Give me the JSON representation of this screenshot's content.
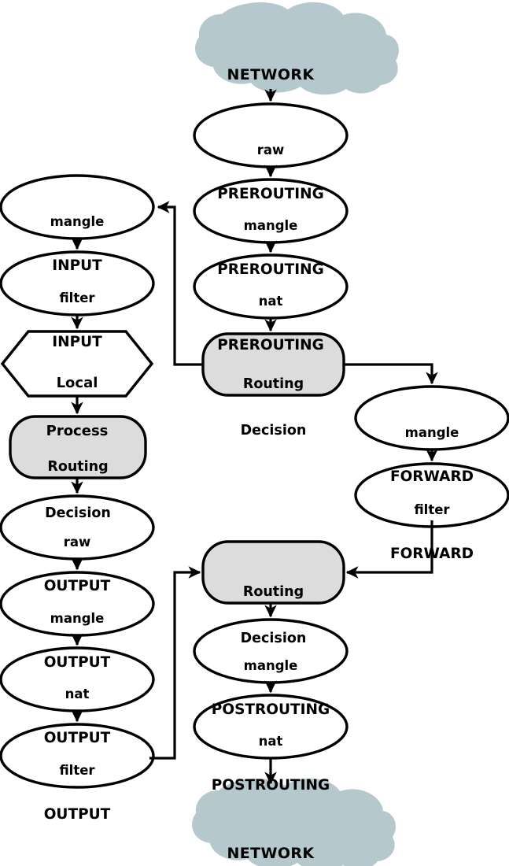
{
  "diagram": {
    "title": "Netfilter / iptables packet flow",
    "colors": {
      "cloud_fill": "#b5c8ce",
      "routing_fill": "#dcdcdc",
      "node_fill": "#ffffff",
      "stroke": "#000000",
      "text": "#000000",
      "background": "#ffffff"
    },
    "nodes": {
      "network_in": {
        "line1": "NETWORK",
        "line2": "",
        "shape": "cloud",
        "fill": "#b5c8ce"
      },
      "raw_prerouting": {
        "line1": "raw",
        "line2": "PREROUTING",
        "shape": "ellipse",
        "fill": "#ffffff"
      },
      "mangle_prerouting": {
        "line1": "mangle",
        "line2": "PREROUTING",
        "shape": "ellipse",
        "fill": "#ffffff"
      },
      "nat_prerouting": {
        "line1": "nat",
        "line2": "PREROUTING",
        "shape": "ellipse",
        "fill": "#ffffff"
      },
      "routing_decision_1": {
        "line1": "Routing",
        "line2": "Decision",
        "shape": "rounded-rect",
        "fill": "#dcdcdc"
      },
      "mangle_input": {
        "line1": "mangle",
        "line2": "INPUT",
        "shape": "ellipse",
        "fill": "#ffffff"
      },
      "filter_input": {
        "line1": "filter",
        "line2": "INPUT",
        "shape": "ellipse",
        "fill": "#ffffff"
      },
      "local_process": {
        "line1": "Local",
        "line2": "Process",
        "shape": "hexagon",
        "fill": "#ffffff"
      },
      "routing_decision_2": {
        "line1": "Routing",
        "line2": "Decision",
        "shape": "rounded-rect",
        "fill": "#dcdcdc"
      },
      "raw_output": {
        "line1": "raw",
        "line2": "OUTPUT",
        "shape": "ellipse",
        "fill": "#ffffff"
      },
      "mangle_output": {
        "line1": "mangle",
        "line2": "OUTPUT",
        "shape": "ellipse",
        "fill": "#ffffff"
      },
      "nat_output": {
        "line1": "nat",
        "line2": "OUTPUT",
        "shape": "ellipse",
        "fill": "#ffffff"
      },
      "filter_output": {
        "line1": "filter",
        "line2": "OUTPUT",
        "shape": "ellipse",
        "fill": "#ffffff"
      },
      "mangle_forward": {
        "line1": "mangle",
        "line2": "FORWARD",
        "shape": "ellipse",
        "fill": "#ffffff"
      },
      "filter_forward": {
        "line1": "filter",
        "line2": "FORWARD",
        "shape": "ellipse",
        "fill": "#ffffff"
      },
      "routing_decision_3": {
        "line1": "Routing",
        "line2": "Decision",
        "shape": "rounded-rect",
        "fill": "#dcdcdc"
      },
      "mangle_postrouting": {
        "line1": "mangle",
        "line2": "POSTROUTING",
        "shape": "ellipse",
        "fill": "#ffffff"
      },
      "nat_postrouting": {
        "line1": "nat",
        "line2": "POSTROUTING",
        "shape": "ellipse",
        "fill": "#ffffff"
      },
      "network_out": {
        "line1": "NETWORK",
        "line2": "",
        "shape": "cloud",
        "fill": "#b5c8ce"
      }
    },
    "edges": [
      {
        "from": "network_in",
        "to": "raw_prerouting",
        "style": "straight-down"
      },
      {
        "from": "raw_prerouting",
        "to": "mangle_prerouting",
        "style": "straight-down"
      },
      {
        "from": "mangle_prerouting",
        "to": "nat_prerouting",
        "style": "straight-down"
      },
      {
        "from": "nat_prerouting",
        "to": "routing_decision_1",
        "style": "straight-down"
      },
      {
        "from": "routing_decision_1",
        "to": "mangle_input",
        "style": "left-up-left"
      },
      {
        "from": "routing_decision_1",
        "to": "mangle_forward",
        "style": "right-down"
      },
      {
        "from": "mangle_input",
        "to": "filter_input",
        "style": "straight-down"
      },
      {
        "from": "filter_input",
        "to": "local_process",
        "style": "straight-down"
      },
      {
        "from": "local_process",
        "to": "routing_decision_2",
        "style": "straight-down"
      },
      {
        "from": "routing_decision_2",
        "to": "raw_output",
        "style": "straight-down"
      },
      {
        "from": "raw_output",
        "to": "mangle_output",
        "style": "straight-down"
      },
      {
        "from": "mangle_output",
        "to": "nat_output",
        "style": "straight-down"
      },
      {
        "from": "nat_output",
        "to": "filter_output",
        "style": "straight-down"
      },
      {
        "from": "filter_output",
        "to": "routing_decision_3",
        "style": "right-up-right"
      },
      {
        "from": "mangle_forward",
        "to": "filter_forward",
        "style": "straight-down"
      },
      {
        "from": "filter_forward",
        "to": "routing_decision_3",
        "style": "down-left"
      },
      {
        "from": "routing_decision_3",
        "to": "mangle_postrouting",
        "style": "straight-down"
      },
      {
        "from": "mangle_postrouting",
        "to": "nat_postrouting",
        "style": "straight-down"
      },
      {
        "from": "nat_postrouting",
        "to": "network_out",
        "style": "straight-down"
      }
    ]
  }
}
